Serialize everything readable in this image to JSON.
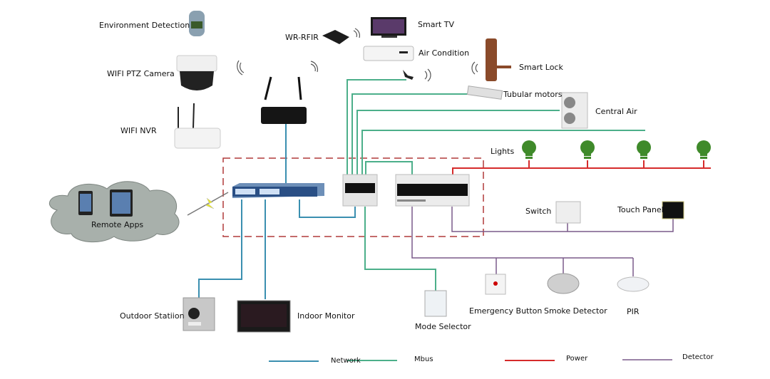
{
  "colors": {
    "network": "#3a8fb0",
    "mbus": "#4caf8a",
    "power": "#d62b2b",
    "detector": "#7a5a8a",
    "dashed_box": "#b03a3a",
    "bulb": "#3f8a2a",
    "cloud": "#a8b0ab"
  },
  "devices": {
    "environment_detection": "Environment Detection",
    "wifi_ptz_camera": "WIFI PTZ Camera",
    "wifi_nvr": "WIFI NVR",
    "wr_rfir": "WR-RFIR",
    "smart_tv": "Smart TV",
    "air_condition": "Air Condition",
    "smart_lock": "Smart Lock",
    "tubular_motors": "Tubular motors",
    "central_air": "Central Air",
    "lights": "Lights",
    "switch": "Switch",
    "touch_panel": "Touch Panel",
    "remote_apps": "Remote Apps",
    "outdoor_station": "Outdoor Statiion",
    "indoor_monitor": "Indoor Monitor",
    "mode_selector": "Mode Selector",
    "emergency_button": "Emergency Button",
    "smoke_detector": "Smoke Detector",
    "pir": "PIR"
  },
  "legend": [
    {
      "name": "Network",
      "color": "#3a8fb0"
    },
    {
      "name": "Mbus",
      "color": "#4caf8a"
    },
    {
      "name": "Power",
      "color": "#d62b2b"
    },
    {
      "name": "Detector",
      "color": "#7a5a8a"
    }
  ]
}
